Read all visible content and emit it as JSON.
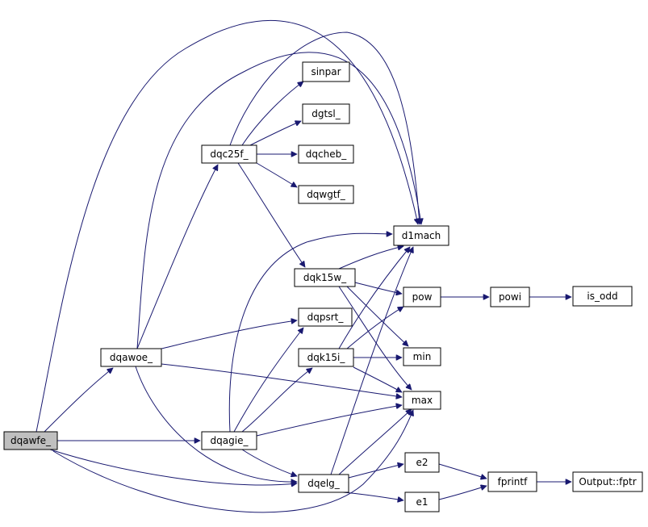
{
  "diagram": {
    "type": "call-graph",
    "nodes": [
      {
        "id": "dqawfe",
        "label": "dqawfe_",
        "highlighted": true
      },
      {
        "id": "dqawoe",
        "label": "dqawoe_"
      },
      {
        "id": "dqagie",
        "label": "dqagie_"
      },
      {
        "id": "dqelg",
        "label": "dqelg_"
      },
      {
        "id": "max",
        "label": "max"
      },
      {
        "id": "d1mach",
        "label": "d1mach"
      },
      {
        "id": "dqc25f",
        "label": "dqc25f_"
      },
      {
        "id": "dqk15w",
        "label": "dqk15w_"
      },
      {
        "id": "dqpsrt",
        "label": "dqpsrt_"
      },
      {
        "id": "sinpar",
        "label": "sinpar"
      },
      {
        "id": "dgtsl",
        "label": "dgtsl_"
      },
      {
        "id": "dqcheb",
        "label": "dqcheb_"
      },
      {
        "id": "dqwgtf",
        "label": "dqwgtf_"
      },
      {
        "id": "pow",
        "label": "pow"
      },
      {
        "id": "min",
        "label": "min"
      },
      {
        "id": "powi",
        "label": "powi"
      },
      {
        "id": "is_odd",
        "label": "is_odd"
      },
      {
        "id": "dqk15i",
        "label": "dqk15i_"
      },
      {
        "id": "e2",
        "label": "e2"
      },
      {
        "id": "e1",
        "label": "e1"
      },
      {
        "id": "fprintf",
        "label": "fprintf"
      },
      {
        "id": "output_fptr",
        "label": "Output::fptr"
      }
    ],
    "edges": [
      {
        "from": "dqawfe",
        "to": "dqawoe"
      },
      {
        "from": "dqawfe",
        "to": "dqagie"
      },
      {
        "from": "dqawfe",
        "to": "dqelg"
      },
      {
        "from": "dqawfe",
        "to": "d1mach"
      },
      {
        "from": "dqawfe",
        "to": "max"
      },
      {
        "from": "dqawoe",
        "to": "dqc25f"
      },
      {
        "from": "dqawoe",
        "to": "dqpsrt"
      },
      {
        "from": "dqawoe",
        "to": "max"
      },
      {
        "from": "dqawoe",
        "to": "d1mach"
      },
      {
        "from": "dqawoe",
        "to": "dqelg"
      },
      {
        "from": "dqc25f",
        "to": "sinpar"
      },
      {
        "from": "dqc25f",
        "to": "dgtsl"
      },
      {
        "from": "dqc25f",
        "to": "dqcheb"
      },
      {
        "from": "dqc25f",
        "to": "dqwgtf"
      },
      {
        "from": "dqc25f",
        "to": "dqk15w"
      },
      {
        "from": "dqc25f",
        "to": "d1mach"
      },
      {
        "from": "dqk15w",
        "to": "d1mach"
      },
      {
        "from": "dqk15w",
        "to": "pow"
      },
      {
        "from": "dqk15w",
        "to": "min"
      },
      {
        "from": "dqk15w",
        "to": "max"
      },
      {
        "from": "pow",
        "to": "powi"
      },
      {
        "from": "powi",
        "to": "is_odd"
      },
      {
        "from": "dqagie",
        "to": "d1mach"
      },
      {
        "from": "dqagie",
        "to": "dqpsrt"
      },
      {
        "from": "dqagie",
        "to": "dqk15i"
      },
      {
        "from": "dqagie",
        "to": "max"
      },
      {
        "from": "dqagie",
        "to": "dqelg"
      },
      {
        "from": "dqk15i",
        "to": "d1mach"
      },
      {
        "from": "dqk15i",
        "to": "pow"
      },
      {
        "from": "dqk15i",
        "to": "min"
      },
      {
        "from": "dqk15i",
        "to": "max"
      },
      {
        "from": "dqelg",
        "to": "d1mach"
      },
      {
        "from": "dqelg",
        "to": "max"
      },
      {
        "from": "dqelg",
        "to": "e2"
      },
      {
        "from": "dqelg",
        "to": "e1"
      },
      {
        "from": "e2",
        "to": "fprintf"
      },
      {
        "from": "e1",
        "to": "fprintf"
      },
      {
        "from": "fprintf",
        "to": "output_fptr"
      }
    ],
    "colors": {
      "edge": "#191970",
      "node_border": "#000000",
      "node_fill": "#ffffff",
      "root_fill": "#bfbfbf",
      "background": "#ffffff"
    }
  }
}
